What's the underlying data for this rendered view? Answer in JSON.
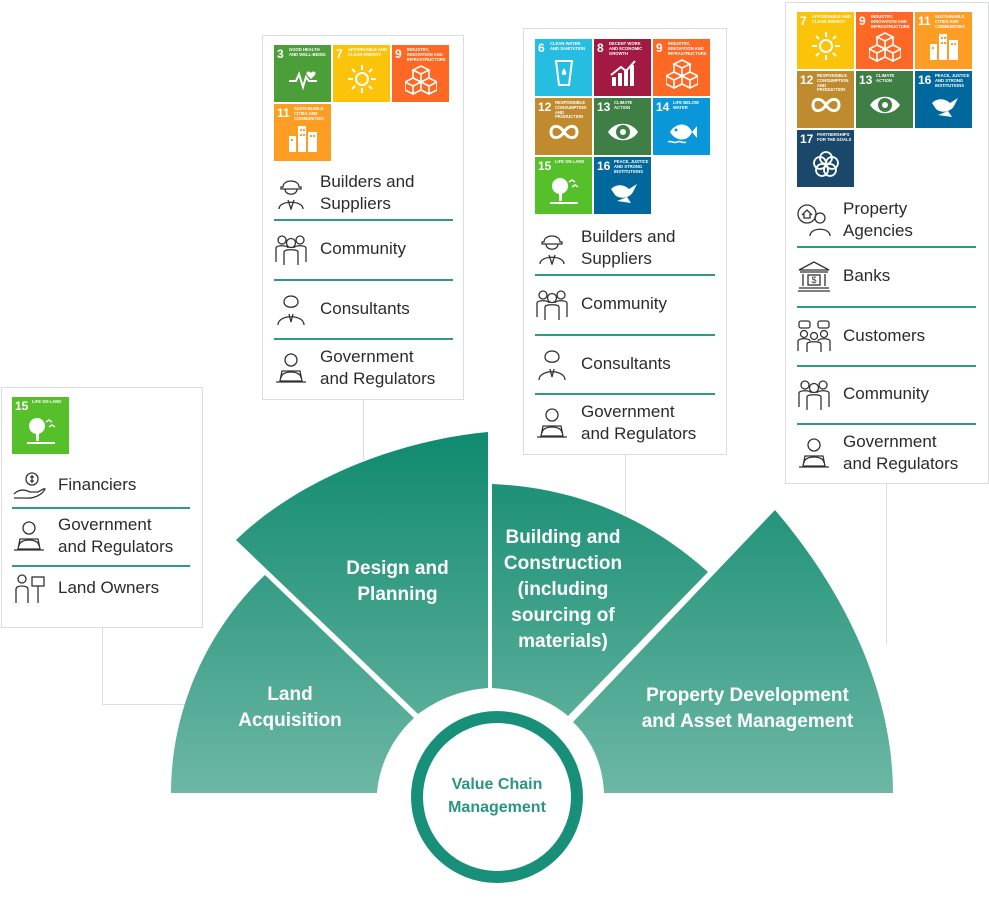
{
  "center_label": "Value Chain\nManagement",
  "segments": [
    {
      "label": "Land\nAcquisition"
    },
    {
      "label": "Design and\nPlanning"
    },
    {
      "label": "Building and\nConstruction\n(including\nsourcing of\nmaterials)"
    },
    {
      "label": "Property Development\nand Asset Management"
    }
  ],
  "colors": {
    "segment_dark": "#0f8a6e",
    "segment_light": "#6eb8a6",
    "rule": "#2e9a86",
    "center_text": "#2a9580"
  },
  "sdg_goals": {
    "3": {
      "number": "3",
      "title": "Good health and well-being",
      "color": "#4c9f38",
      "icon": "heartbeat-icon"
    },
    "6": {
      "number": "6",
      "title": "Clean water and sanitation",
      "color": "#26bde2",
      "icon": "water-glass-icon"
    },
    "7": {
      "number": "7",
      "title": "Affordable and clean energy",
      "color": "#fcc30b",
      "icon": "sun-power-icon"
    },
    "8": {
      "number": "8",
      "title": "Decent work and economic growth",
      "color": "#a21942",
      "icon": "growth-chart-icon"
    },
    "9": {
      "number": "9",
      "title": "Industry, innovation and infrastructure",
      "color": "#fd6925",
      "icon": "cubes-icon"
    },
    "11": {
      "number": "11",
      "title": "Sustainable cities and communities",
      "color": "#fd9d24",
      "icon": "city-icon"
    },
    "12": {
      "number": "12",
      "title": "Responsible consumption and production",
      "color": "#bf8b2e",
      "icon": "infinity-icon"
    },
    "13": {
      "number": "13",
      "title": "Climate action",
      "color": "#3f7e44",
      "icon": "eye-globe-icon"
    },
    "14": {
      "number": "14",
      "title": "Life below water",
      "color": "#0a97d9",
      "icon": "fish-icon"
    },
    "15": {
      "number": "15",
      "title": "Life on land",
      "color": "#56c02b",
      "icon": "tree-icon"
    },
    "16": {
      "number": "16",
      "title": "Peace, justice and strong institutions",
      "color": "#00689d",
      "icon": "dove-icon"
    },
    "17": {
      "number": "17",
      "title": "Partnerships for the goals",
      "color": "#19486a",
      "icon": "rings-icon"
    }
  },
  "panels": {
    "land": {
      "sdgs": [
        "15"
      ],
      "stakeholders": [
        {
          "label": "Financiers",
          "icon": "money-hand-icon"
        },
        {
          "label": "Government\nand Regulators",
          "icon": "person-laptop-icon"
        },
        {
          "label": "Land Owners",
          "icon": "person-sign-icon"
        }
      ]
    },
    "design": {
      "sdgs": [
        "3",
        "7",
        "9",
        "11"
      ],
      "stakeholders": [
        {
          "label": "Builders and\nSuppliers",
          "icon": "hardhat-worker-icon"
        },
        {
          "label": "Community",
          "icon": "people-group-icon"
        },
        {
          "label": "Consultants",
          "icon": "person-tie-icon"
        },
        {
          "label": "Government\nand Regulators",
          "icon": "person-laptop-icon"
        }
      ]
    },
    "build": {
      "sdgs": [
        "6",
        "8",
        "9",
        "12",
        "13",
        "14",
        "15",
        "16"
      ],
      "stakeholders": [
        {
          "label": "Builders and\nSuppliers",
          "icon": "hardhat-worker-icon"
        },
        {
          "label": "Community",
          "icon": "people-group-icon"
        },
        {
          "label": "Consultants",
          "icon": "person-tie-icon"
        },
        {
          "label": "Government\nand Regulators",
          "icon": "person-laptop-icon"
        }
      ]
    },
    "property": {
      "sdgs": [
        "7",
        "9",
        "11",
        "12",
        "13",
        "16",
        "17"
      ],
      "stakeholders": [
        {
          "label": "Property\nAgencies",
          "icon": "house-agent-icon"
        },
        {
          "label": "Banks",
          "icon": "bank-icon"
        },
        {
          "label": "Customers",
          "icon": "customers-chat-icon"
        },
        {
          "label": "Community",
          "icon": "people-group-icon"
        },
        {
          "label": "Government\nand Regulators",
          "icon": "person-laptop-icon"
        }
      ]
    }
  }
}
